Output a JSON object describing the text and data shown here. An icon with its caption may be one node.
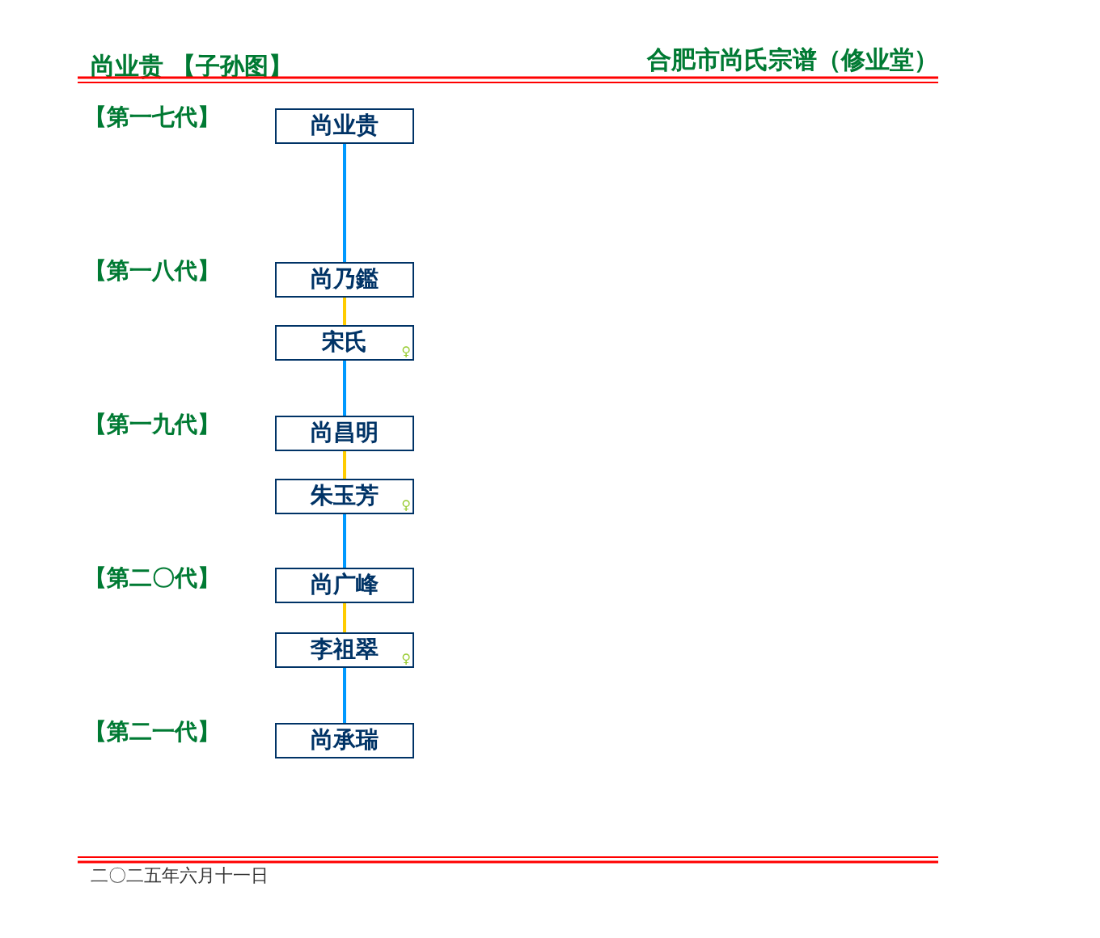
{
  "diagram": {
    "title": "尚业贵 【子孙图】",
    "nodes": [
      {
        "text": [
          "尚业贵"
        ]
      },
      {
        "text": [
          "尚乃鑑"
        ]
      },
      {
        "text": [
          "宋氏",
          "♀"
        ]
      },
      {
        "text": [
          "尚昌明"
        ]
      },
      {
        "text": [
          "朱玉芳",
          "♀"
        ]
      },
      {
        "text": [
          "尚广峰"
        ]
      },
      {
        "text": [
          "李祖翠",
          "♀"
        ]
      },
      {
        "text": [
          "尚承瑞"
        ]
      }
    ],
    "edges": [
      {
        "from": 0,
        "to": 1,
        "arrow": "none"
      },
      {
        "from": 1,
        "to": 2,
        "arrow": "none",
        "color": "#ffcc00"
      },
      {
        "from": 2,
        "to": 3,
        "arrow": "none"
      },
      {
        "from": 3,
        "to": 4,
        "arrow": "none",
        "color": "#ffcc00"
      },
      {
        "from": 4,
        "to": 5,
        "arrow": "none"
      },
      {
        "from": 5,
        "to": 6,
        "arrow": "none",
        "color": "#ffcc00"
      },
      {
        "from": 6,
        "to": 7,
        "arrow": "none"
      }
    ],
    "labels": [
      "合肥市尚氏宗谱（修业堂）",
      "【第一七代】",
      "【第一八代】",
      "【第一九代】",
      "【第二〇代】",
      "【第二一代】",
      "二〇二五年六月十一日"
    ]
  }
}
